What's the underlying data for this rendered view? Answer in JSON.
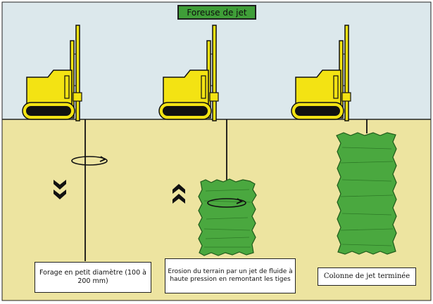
{
  "title": "Foreuse de jet",
  "captions": {
    "step1": "Forage en petit diamètre (100 à 200 mm)",
    "step2": "Erosion du terrain par un jet de fluide à haute pression en remontant les tiges",
    "step3": "Colonne de jet terminée"
  },
  "colors": {
    "sky": "#dce8ec",
    "ground": "#ede4a0",
    "machine": "#f3e313",
    "column": "#4aa83f",
    "title_bg": "#3f9e38"
  },
  "icons": {
    "rotation": "rotation-arrow-icon",
    "down": "chevron-down-icon",
    "up": "chevron-up-icon"
  }
}
